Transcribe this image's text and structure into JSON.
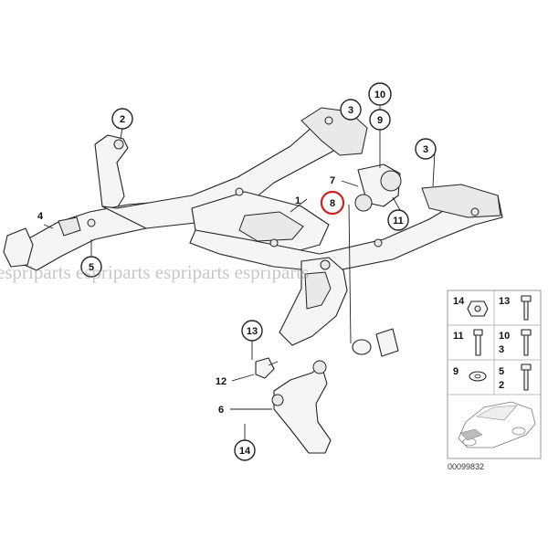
{
  "callouts": {
    "c1": "1",
    "c2": "2",
    "c3a": "3",
    "c3b": "3",
    "c4": "4",
    "c5": "5",
    "c6": "6",
    "c7": "7",
    "c8": "8",
    "c9": "9",
    "c10": "10",
    "c11": "11",
    "c12": "12",
    "c13": "13",
    "c14": "14"
  },
  "legend": {
    "l14": "14",
    "l13": "13",
    "l11": "11",
    "l10": "10",
    "l3": "3",
    "l9": "9",
    "l5": "5",
    "l2": "2"
  },
  "watermark": "espriparts espriparts espriparts espriparts",
  "image_code": "00099832",
  "colors": {
    "highlight": "#cc1f1f",
    "line": "#222222"
  }
}
